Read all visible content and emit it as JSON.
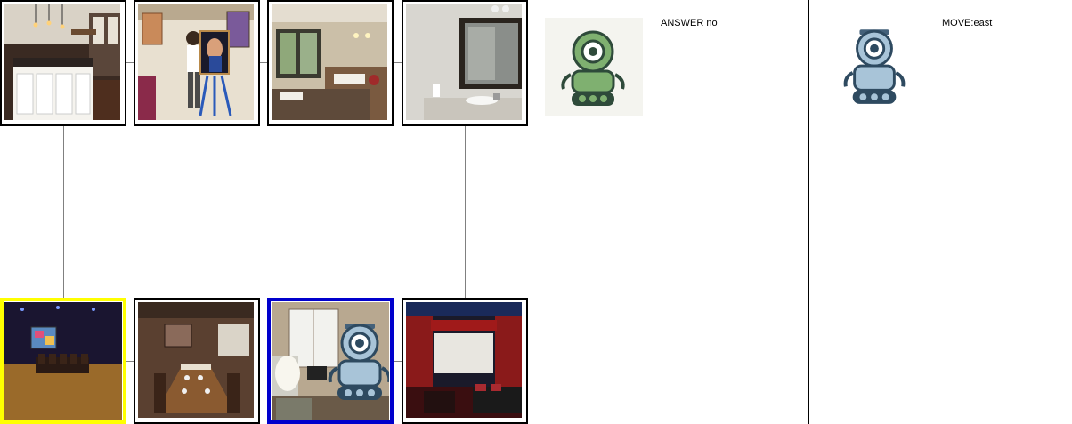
{
  "left_panel": {
    "answer_label": "ANSWER",
    "answer_value": "no",
    "agent_icon": "green-robot-icon"
  },
  "right_panel": {
    "move_label": "MOVE",
    "move_value": "east",
    "agent_icon": "blue-robot-icon"
  },
  "grid": {
    "highlight_colors": {
      "target": "#ffff00",
      "current": "#0000cc"
    },
    "rooms": [
      {
        "id": "kitchen",
        "scene": "kitchen with white island and pendant lights"
      },
      {
        "id": "art-studio",
        "scene": "artist with easel and paintings"
      },
      {
        "id": "bedroom",
        "scene": "bedroom with bed and windows"
      },
      {
        "id": "bathroom",
        "scene": "bathroom with mirror and sink"
      },
      {
        "id": "home-theater-1",
        "scene": "dark home theater with screen and seats",
        "highlight": "target"
      },
      {
        "id": "dining-room",
        "scene": "rustic dining room with long table"
      },
      {
        "id": "living-room",
        "scene": "room with window and lamp",
        "highlight": "current",
        "has_robot": true
      },
      {
        "id": "home-theater-2",
        "scene": "red home theater with curtains"
      }
    ]
  }
}
